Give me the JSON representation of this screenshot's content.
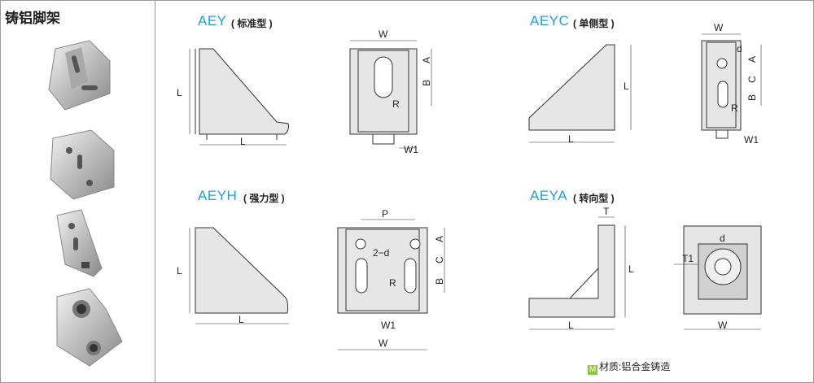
{
  "sidebar": {
    "title": "铸铝脚架"
  },
  "sections": [
    {
      "code": "AEY",
      "type": "( 标准型 )"
    },
    {
      "code": "AEYC",
      "type": "( 单侧型 )"
    },
    {
      "code": "AEYH",
      "type": "( 强力型 )"
    },
    {
      "code": "AEYA",
      "type": "( 转向型 )"
    }
  ],
  "dims": {
    "W": "W",
    "L": "L",
    "A": "A",
    "B": "B",
    "C": "C",
    "R": "R",
    "d": "d",
    "P": "P",
    "two_d": "2−d",
    "T": "T",
    "T1": "T1",
    "W1": "W1"
  },
  "material": {
    "badge": "M",
    "text": "材质:铝合金铸造"
  },
  "colors": {
    "accent": "#1e9fd8",
    "line": "#333333",
    "fill": "#d9d9d9",
    "badge": "#8cc63f"
  }
}
